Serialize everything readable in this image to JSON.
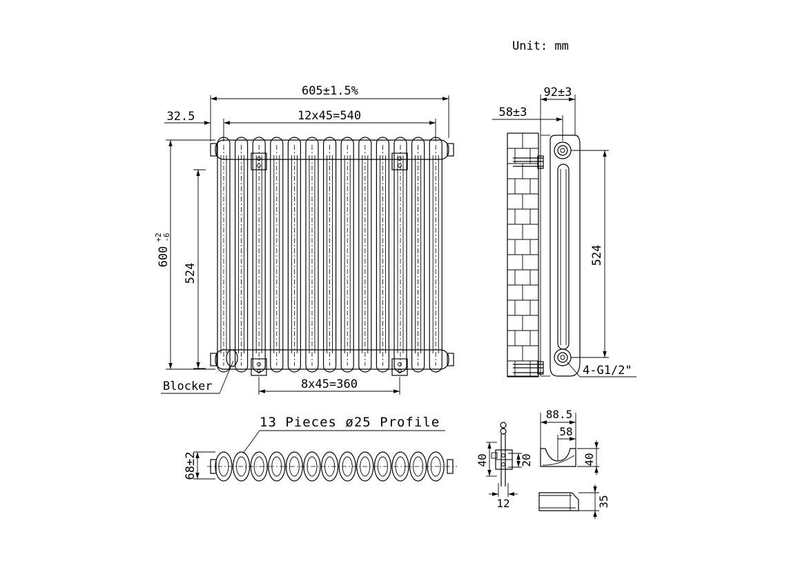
{
  "drawing": {
    "unit_label": "Unit: mm",
    "front": {
      "overall_width": "605±1.5%",
      "end_offset": "32.5",
      "column_pitch": "12x45=540",
      "height_base": "600",
      "height_tol_upper": "+2",
      "height_tol_lower": "-6",
      "center_height": "524",
      "bracket_spacing": "8x45=360",
      "blocker_label": "Blocker",
      "column_count": 13
    },
    "side": {
      "depth_total": "92±3",
      "wall_offset": "58±3",
      "center_height": "524",
      "connection_label": "4-G1/2\""
    },
    "top": {
      "profile_label": "13 Pieces ø25 Profile",
      "depth": "68±2"
    },
    "bracket": {
      "plate_height": "40",
      "hole_spacing": "20",
      "plate_width": "12",
      "arm_length": "88.5",
      "arm_offset": "58",
      "arm_height": "40",
      "clip_height": "35"
    }
  }
}
